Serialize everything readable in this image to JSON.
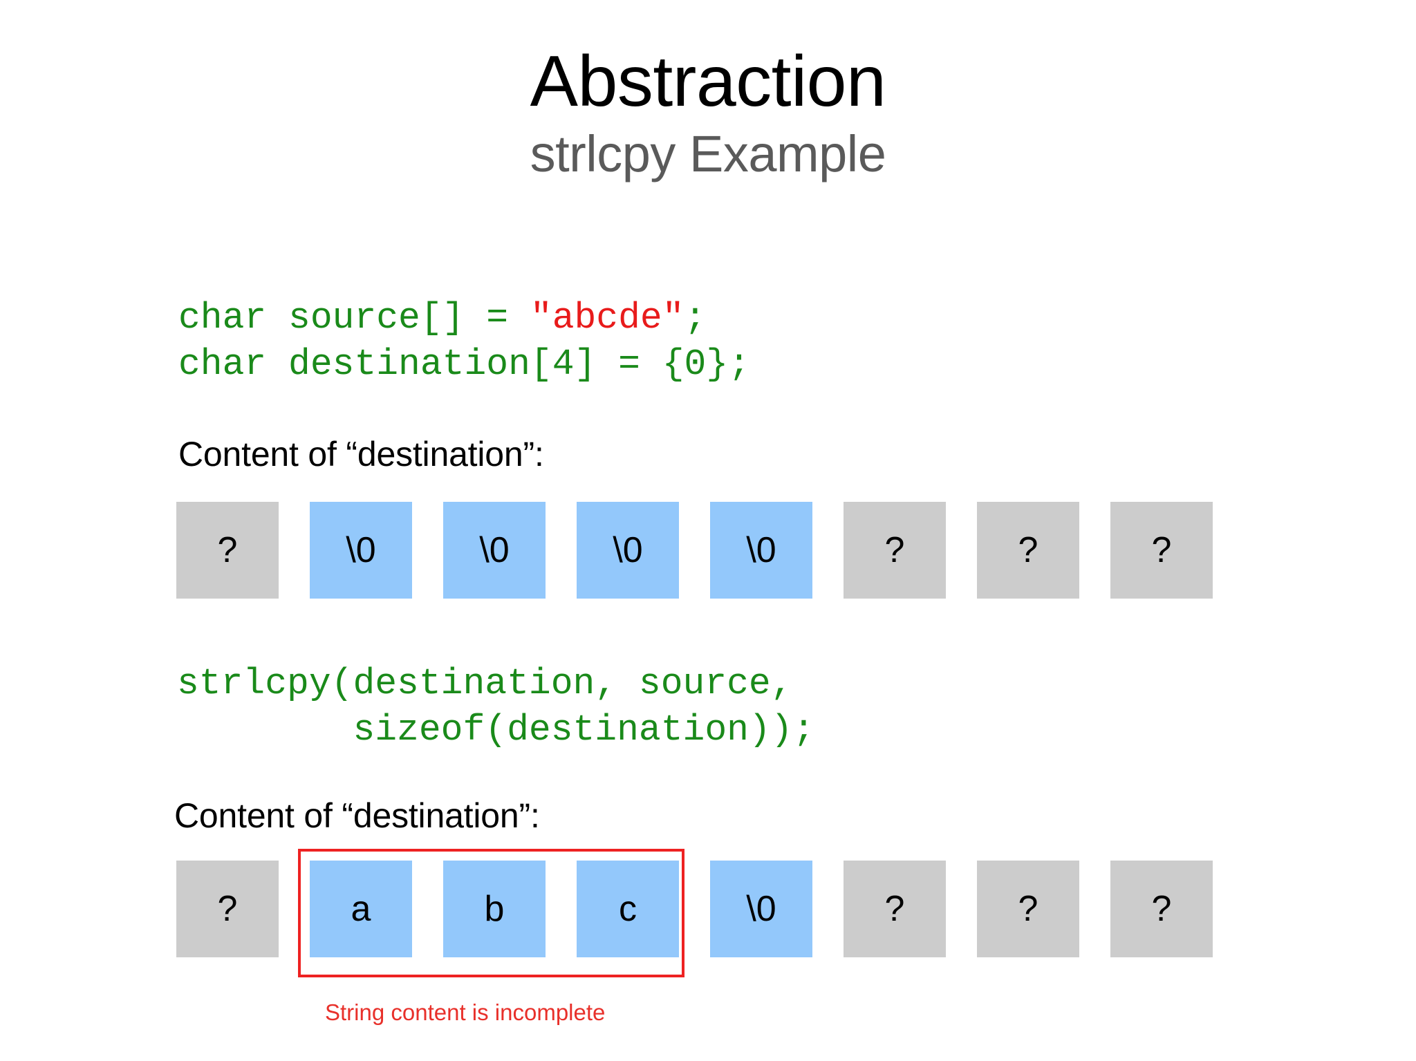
{
  "slide": {
    "title": "Abstraction",
    "subtitle": "strlcpy Example",
    "colors": {
      "title": "#000000",
      "subtitle": "#5a5a5a",
      "code_green": "#1a8a1a",
      "string_red": "#e81b1b",
      "cell_unknown": "#cccccc",
      "cell_filled": "#93c8fb",
      "highlight_red": "#ee2222",
      "caption_red": "#e8302a",
      "background": "#ffffff"
    }
  },
  "code_declaration": {
    "line1_prefix": "char source[] = ",
    "line1_string": "\"abcde\"",
    "line1_suffix": ";",
    "line2": "char destination[4] = {0};"
  },
  "code_call": {
    "line1": "strlcpy(destination, source,",
    "line2": "        sizeof(destination));"
  },
  "memory_before": {
    "label": "Content of “destination”:",
    "cells": [
      {
        "value": "?",
        "state": "unknown"
      },
      {
        "value": "\\0",
        "state": "filled"
      },
      {
        "value": "\\0",
        "state": "filled"
      },
      {
        "value": "\\0",
        "state": "filled"
      },
      {
        "value": "\\0",
        "state": "filled"
      },
      {
        "value": "?",
        "state": "unknown"
      },
      {
        "value": "?",
        "state": "unknown"
      },
      {
        "value": "?",
        "state": "unknown"
      }
    ]
  },
  "memory_after": {
    "label": "Content of “destination”:",
    "cells": [
      {
        "value": "?",
        "state": "unknown"
      },
      {
        "value": "a",
        "state": "filled"
      },
      {
        "value": "b",
        "state": "filled"
      },
      {
        "value": "c",
        "state": "filled"
      },
      {
        "value": "\\0",
        "state": "filled"
      },
      {
        "value": "?",
        "state": "unknown"
      },
      {
        "value": "?",
        "state": "unknown"
      },
      {
        "value": "?",
        "state": "unknown"
      }
    ],
    "highlight_caption": "String content is incomplete",
    "highlight_cell_indices": [
      1,
      2,
      3
    ]
  }
}
